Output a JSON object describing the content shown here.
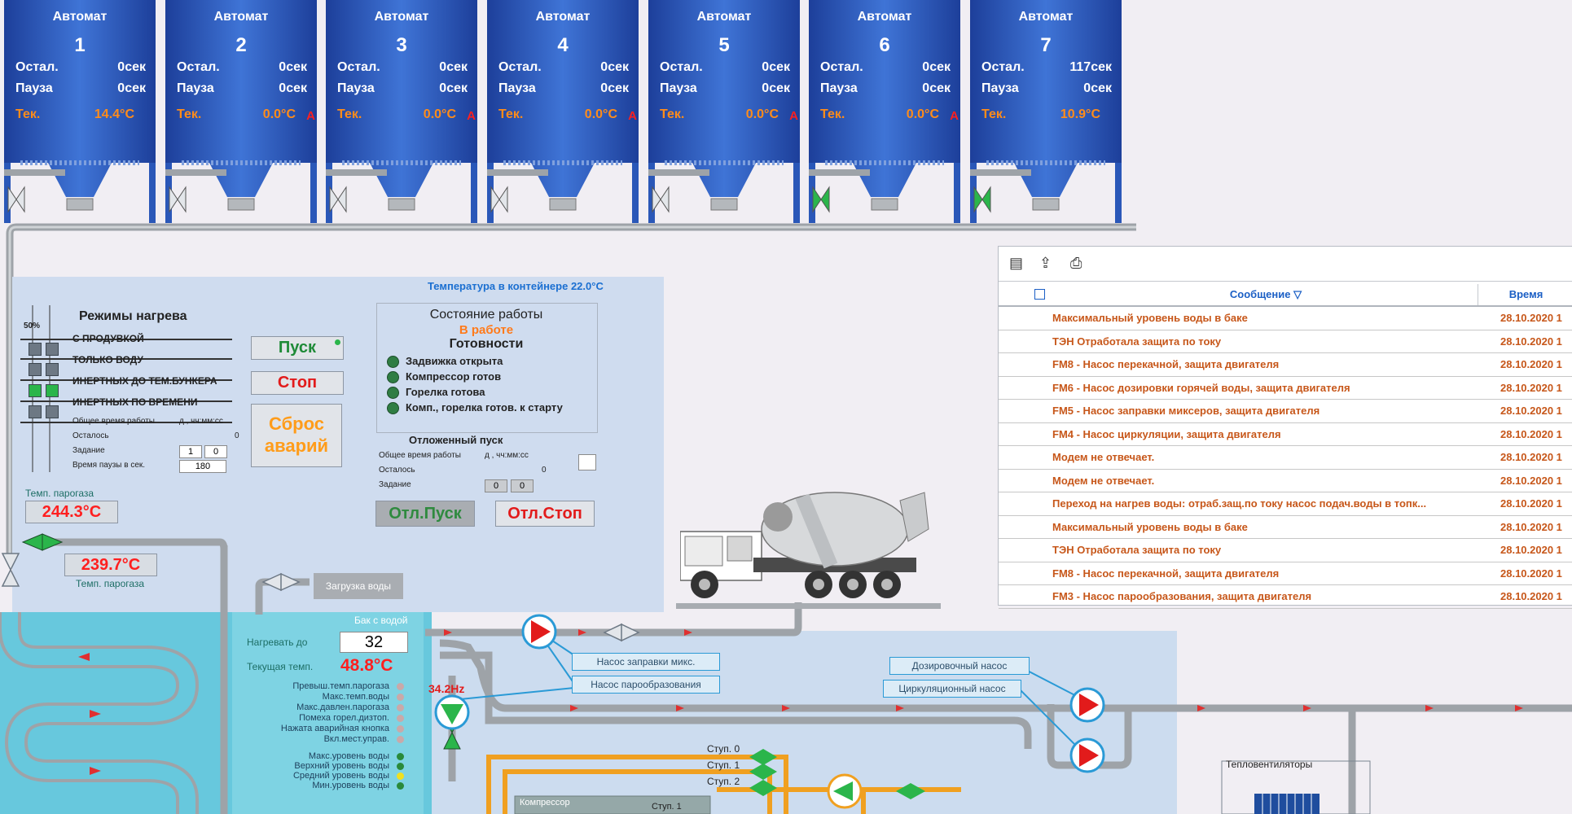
{
  "silos": [
    {
      "title": "Автомат",
      "number": "1",
      "rest_label": "Остал.",
      "rest_value": "0сек",
      "pause_label": "Пауза",
      "pause_value": "0сек",
      "temp_label": "Тек.",
      "temp_value": "14.4°C",
      "alarm": ""
    },
    {
      "title": "Автомат",
      "number": "2",
      "rest_label": "Остал.",
      "rest_value": "0сек",
      "pause_label": "Пауза",
      "pause_value": "0сек",
      "temp_label": "Тек.",
      "temp_value": "0.0°C",
      "alarm": "A"
    },
    {
      "title": "Автомат",
      "number": "3",
      "rest_label": "Остал.",
      "rest_value": "0сек",
      "pause_label": "Пауза",
      "pause_value": "0сек",
      "temp_label": "Тек.",
      "temp_value": "0.0°C",
      "alarm": "A"
    },
    {
      "title": "Автомат",
      "number": "4",
      "rest_label": "Остал.",
      "rest_value": "0сек",
      "pause_label": "Пауза",
      "pause_value": "0сек",
      "temp_label": "Тек.",
      "temp_value": "0.0°C",
      "alarm": "A"
    },
    {
      "title": "Автомат",
      "number": "5",
      "rest_label": "Остал.",
      "rest_value": "0сек",
      "pause_label": "Пауза",
      "pause_value": "0сек",
      "temp_label": "Тек.",
      "temp_value": "0.0°C",
      "alarm": "A"
    },
    {
      "title": "Автомат",
      "number": "6",
      "rest_label": "Остал.",
      "rest_value": "0сек",
      "pause_label": "Пауза",
      "pause_value": "0сек",
      "temp_label": "Тек.",
      "temp_value": "0.0°C",
      "alarm": "A"
    },
    {
      "title": "Автомат",
      "number": "7",
      "rest_label": "Остал.",
      "rest_value": "117сек",
      "pause_label": "Пауза",
      "pause_value": "0сек",
      "temp_label": "Тек.",
      "temp_value": "10.9°C",
      "alarm": ""
    }
  ],
  "panel": {
    "container_temp": "Температура в контейнере  22.0°C",
    "heating_title": "Режимы нагрева",
    "percent": "50%",
    "modes": [
      "С ПРОДУВКОЙ",
      "ТОЛЬКО ВОДУ",
      "ИНЕРТНЫХ ДО ТЕМ.БУНКЕРА",
      "ИНЕРТНЫХ ПО ВРЕМЕНИ"
    ],
    "total_time_label": "Общее время работы",
    "total_time_value": "д , чч:мм:сс",
    "remaining_label": "Осталось",
    "remaining_value": "0",
    "task_label": "Задание",
    "task_a": "1",
    "task_b": "0",
    "pause_time_label": "Время паузы в сек.",
    "pause_time_value": "180",
    "btn_start": "Пуск",
    "btn_stop": "Стоп",
    "btn_reset": "Сброс аварий",
    "state_title": "Состояние работы",
    "state_value": "В работе",
    "ready_title": "Готовности",
    "ready_items": [
      "Задвижка открыта",
      "Компрессор готов",
      "Горелка готова",
      "Комп., горелка готов. к старту"
    ],
    "delayed_title": "Отложенный пуск",
    "delayed_total_label": "Общее время работы",
    "delayed_total_value": "д , чч:мм:сс",
    "delayed_remaining_label": "Осталось",
    "delayed_remaining_value": "0",
    "delayed_task_label": "Задание",
    "delayed_task_a": "0",
    "delayed_task_b": "0",
    "btn_delayed_start": "Отл.Пуск",
    "btn_delayed_stop": "Отл.Стоп",
    "steam_label": "Темп. парогаза",
    "steam_temp1": "244.3°C",
    "steam_temp2": "239.7°C",
    "steam_label2": "Темп. парогаза",
    "water_load": "Загрузка воды"
  },
  "tank": {
    "title": "Бак с водой",
    "heat_to_label": "Нагревать до",
    "heat_to_value": "32",
    "current_label": "Текущая темп.",
    "current_value": "48.8°C",
    "status_labels": [
      "Превыш.темп.парогаза",
      "Макс.темп.воды",
      "Макс.давлен.парогаза",
      "Помеха горел.дизтоп.",
      "Нажата аварийная кнопка",
      "Вкл.мест.управ."
    ],
    "level_labels": [
      "Макс.уровень воды",
      "Верхний уровень воды",
      "Средний уровень воды",
      "Мин.уровень воды"
    ],
    "freq": "34.2Hz"
  },
  "pumps": {
    "mixer_fill": "Насос заправки микс.",
    "vaporizer": "Насос парообразования",
    "dosing": "Дозировочный насос",
    "circulation": "Циркуляционный насос",
    "stage0": "Ступ. 0",
    "stage1": "Ступ. 1",
    "stage2": "Ступ. 2",
    "compressor": "Компрессор",
    "compressor_stage": "Ступ. 1",
    "fan_heaters": "Тепловентиляторы"
  },
  "log": {
    "col_message": "Сообщение ▽",
    "col_time": "Время",
    "rows": [
      {
        "message": "Максимальный уровень воды в баке",
        "time": "28.10.2020 1"
      },
      {
        "message": "ТЭН Отработала защита по току",
        "time": "28.10.2020 1"
      },
      {
        "message": "FM8 - Насос перекачной, защита двигателя",
        "time": "28.10.2020 1"
      },
      {
        "message": "FM6 - Насос дозировки горячей воды, защита двигателя",
        "time": "28.10.2020 1"
      },
      {
        "message": "FM5 - Насос заправки миксеров, защита двигателя",
        "time": "28.10.2020 1"
      },
      {
        "message": "FM4 - Насос циркуляции, защита двигателя",
        "time": "28.10.2020 1"
      },
      {
        "message": "Модем не отвечает.",
        "time": "28.10.2020 1"
      },
      {
        "message": "Модем не отвечает.",
        "time": "28.10.2020 1"
      },
      {
        "message": "Переход на нагрев воды: отраб.защ.по току насос подач.воды в топк...",
        "time": "28.10.2020 1"
      },
      {
        "message": "Максимальный уровень воды в баке",
        "time": "28.10.2020 1"
      },
      {
        "message": "ТЭН Отработала защита по току",
        "time": "28.10.2020 1"
      },
      {
        "message": "FM8 - Насос перекачной, защита двигателя",
        "time": "28.10.2020 1"
      },
      {
        "message": "FM3 - Насос парообразования, защита двигателя",
        "time": "28.10.2020 1"
      }
    ]
  },
  "colors": {
    "silo_blue": "#2f5fc0",
    "alarm_red": "#ff1f1f",
    "temp_orange": "#ff8c1a",
    "log_text": "#c7571a",
    "header_blue": "#1b5fc5"
  }
}
